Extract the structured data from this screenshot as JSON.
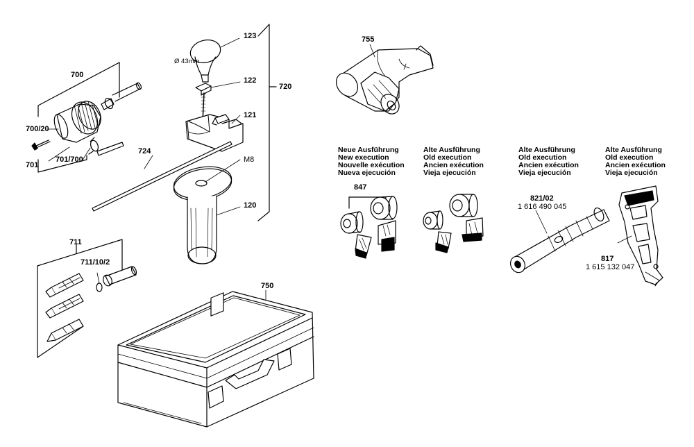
{
  "part_labels": {
    "p123": "123",
    "p122": "122",
    "p121": "121",
    "p120": "120",
    "p720": "720",
    "p700": "700",
    "p700_20": "700/20",
    "p701": "701",
    "p701_700": "701/700",
    "p724": "724",
    "pM8": "M8",
    "pdia": "Ø 43mm",
    "p711": "711",
    "p711_10_2": "711/10/2",
    "p750": "750",
    "p755": "755",
    "p847": "847",
    "p821_02": "821/02",
    "p821_num": "1 616 490 045",
    "p817": "817",
    "p817_num": "1 615 132 047"
  },
  "execution_headers": [
    {
      "lines": [
        "Neue Ausführung",
        "New execution",
        "Nouvelle exécution",
        "Nueva ejecución"
      ]
    },
    {
      "lines": [
        "Alte Ausführung",
        "Old execution",
        "Ancien exécution",
        "Vieja ejecución"
      ]
    },
    {
      "lines": [
        "Alte Ausführung",
        "Old execution",
        "Ancien exécution",
        "Vieja ejecución"
      ]
    },
    {
      "lines": [
        "Alte Ausführung",
        "Old execution",
        "Ancien exécution",
        "Vieja ejecución"
      ]
    }
  ]
}
